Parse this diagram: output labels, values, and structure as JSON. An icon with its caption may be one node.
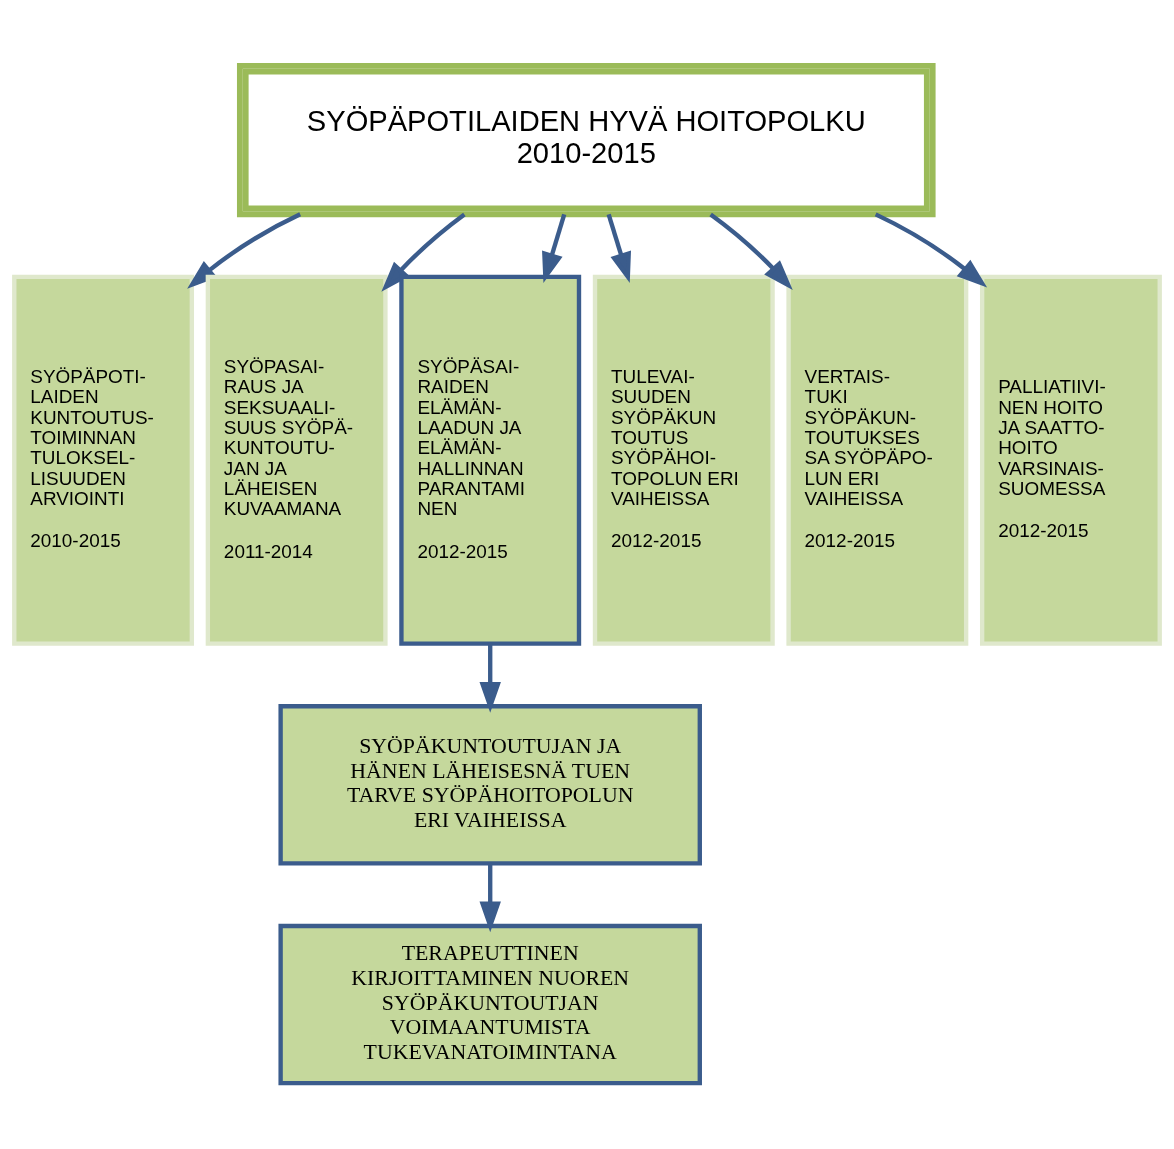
{
  "diagram": {
    "nodes": [
      {
        "text": [
          "SYÖPÄPOTILAIDEN HYVÄ HOITOPOLKU 2010-2015"
        ]
      },
      {
        "text": [
          "SYÖPÄPOTI- LAIDEN KUNTOUTUS- TOIMINNAN TULOKSEL- LISUUDEN ARVIOINTI",
          "2010-2015"
        ]
      },
      {
        "text": [
          "SYÖPASAI- RAUS JA SEKSUAALI- SUUS SYÖPÄ- KUNTOUTU- JAN JA LÄHEISEN KUVAAMANA",
          "2011-2014"
        ]
      },
      {
        "text": [
          "SYÖPÄSAI- RAIDEN ELÄMÄN- LAADUN JA ELÄMÄN- HALLINNAN PARANTAMI NEN",
          "2012-2015"
        ]
      },
      {
        "text": [
          "TULEVAI- SUUDEN SYÖPÄKUN TOUTUS SYÖPÄHOI- TOPOLUN ERI VAIHEISSA",
          "2012-2015"
        ]
      },
      {
        "text": [
          "VERTAIS- TUKI SYÖPÄKUN- TOUTUKSES SA SYÖPÄPO- LUN ERI VAIHEISSA",
          "2012-2015"
        ]
      },
      {
        "text": [
          "PALLIATIIVI- NEN HOITO JA SAATTO- HOITO VARSINAIS- SUOMESSA",
          "2012-2015"
        ]
      },
      {
        "text": [
          "SYÖPÄKUNTOUTUJAN JA HÄNEN LÄHEISESNÄ TUEN TARVE SYÖPÄHOITOPOLUN ERI VAIHEISSA"
        ]
      },
      {
        "text": [
          "TERAPEUTTINEN KIRJOITTAMINEN NUOREN SYÖPÄKUNTOUTJAN VOIMAANTUMISTA TUKEVANATOIMINTANA"
        ]
      }
    ],
    "edges": [
      {
        "from": 0,
        "to": 1,
        "arrow": "to"
      },
      {
        "from": 0,
        "to": 2,
        "arrow": "to"
      },
      {
        "from": 0,
        "to": 3,
        "arrow": "to"
      },
      {
        "from": 0,
        "to": 4,
        "arrow": "to"
      },
      {
        "from": 0,
        "to": 5,
        "arrow": "to"
      },
      {
        "from": 0,
        "to": 6,
        "arrow": "to"
      },
      {
        "from": 3,
        "to": 7,
        "arrow": "to"
      },
      {
        "from": 7,
        "to": 8,
        "arrow": "to"
      }
    ]
  }
}
